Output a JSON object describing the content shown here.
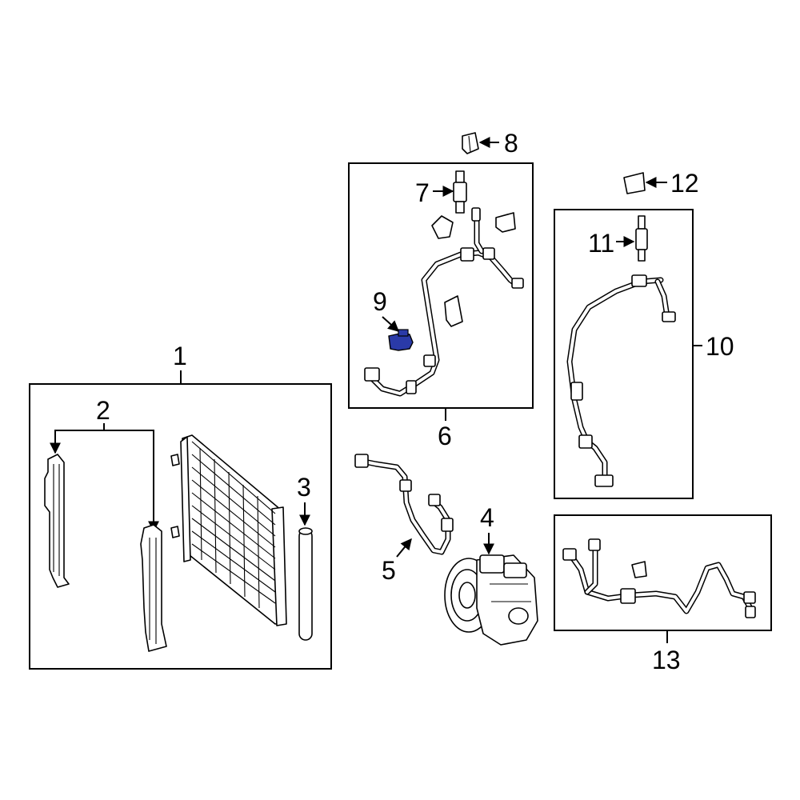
{
  "diagram": {
    "highlight_color": "#2a3aa8",
    "line_color": "#000000",
    "background": "#ffffff",
    "callouts": {
      "c1": "1",
      "c2": "2",
      "c3": "3",
      "c4": "4",
      "c5": "5",
      "c6": "6",
      "c7": "7",
      "c8": "8",
      "c9": "9",
      "c10": "10",
      "c11": "11",
      "c12": "12",
      "c13": "13"
    },
    "parts": {
      "p1": "condenser-assembly",
      "p2": "side-seals",
      "p3": "receiver-drier",
      "p4": "compressor",
      "p5": "discharge-hose",
      "p6": "suction-line-assembly",
      "p7": "pressure-switch",
      "p8": "cap",
      "p9": "service-valve-cap",
      "p10": "liquid-line-assembly",
      "p11": "pressure-sensor",
      "p12": "cap",
      "p13": "ac-line-assembly"
    }
  }
}
